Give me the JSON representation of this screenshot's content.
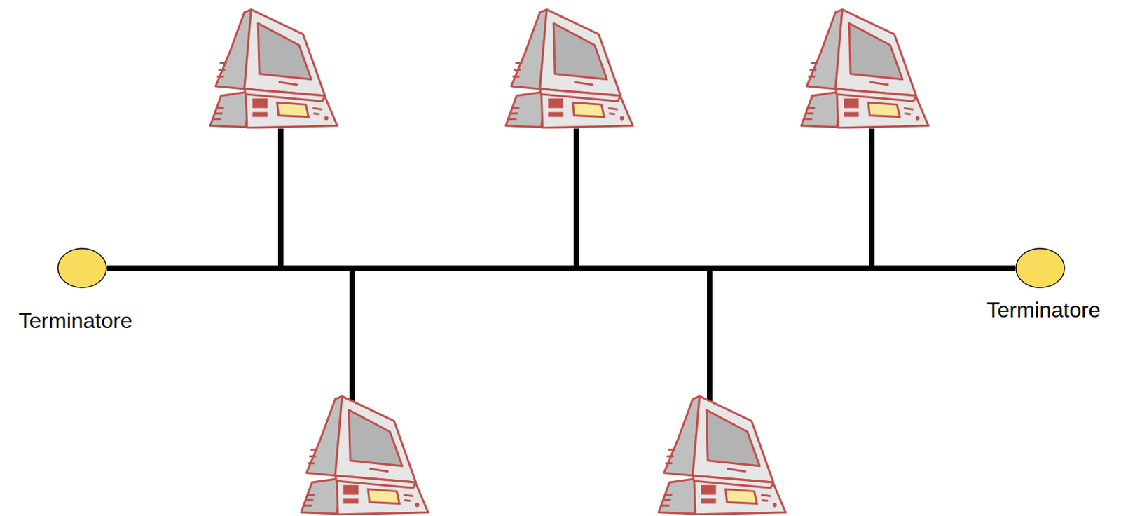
{
  "diagram": {
    "nodes": [
      {
        "text": [
          "Terminatore"
        ]
      },
      {
        "text": [
          "Terminatore"
        ]
      }
    ],
    "edges": [
      {
        "from": 0,
        "to": 1,
        "arrow": "none"
      }
    ]
  }
}
